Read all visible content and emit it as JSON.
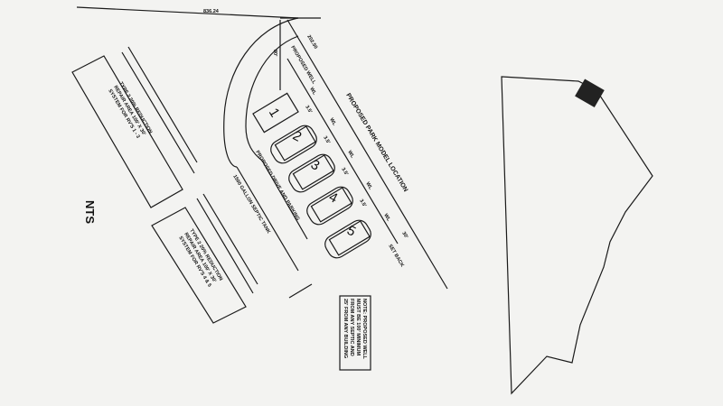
{
  "dimensions": {
    "top_boundary": "836.24",
    "side_boundary": "202.50",
    "setback_top": "80'"
  },
  "labels": {
    "proposed_well": "PROPOSED WELL",
    "park_model_location": "PROPOSED PARK MODEL LOCATION",
    "drive_and_parking": "PROPOSED DRIVE AND PARKING",
    "septic_tank": "1500 GALLON SEPTIC TANK",
    "set_back": "SET BACK",
    "nts": "NTS",
    "wl": "WL",
    "lot_spacing": "3.5'",
    "setback_dim": "30'"
  },
  "lots": [
    "1",
    "2",
    "3",
    "4",
    "5"
  ],
  "septic_systems": [
    {
      "line1": "TYPE 2 20% REDUCTION",
      "line2": "REPAIR AREA 100' X 30'",
      "line3": "SYSTEM FOR RV'S 1 - 3"
    },
    {
      "line1": "TYPE 2 20% REDUCTION",
      "line2": "REPAIR AREA 100' X 30'",
      "line3": "SYSTEM FOR RV'S 4 & 5"
    }
  ],
  "note": {
    "line1": "NOTE: PROPOSED WELL",
    "line2": "MUST BE 100' MINIMUM",
    "line3": "FROM ANY SEPTIC AND",
    "line4": "25' FROM ANY BUILDING"
  }
}
